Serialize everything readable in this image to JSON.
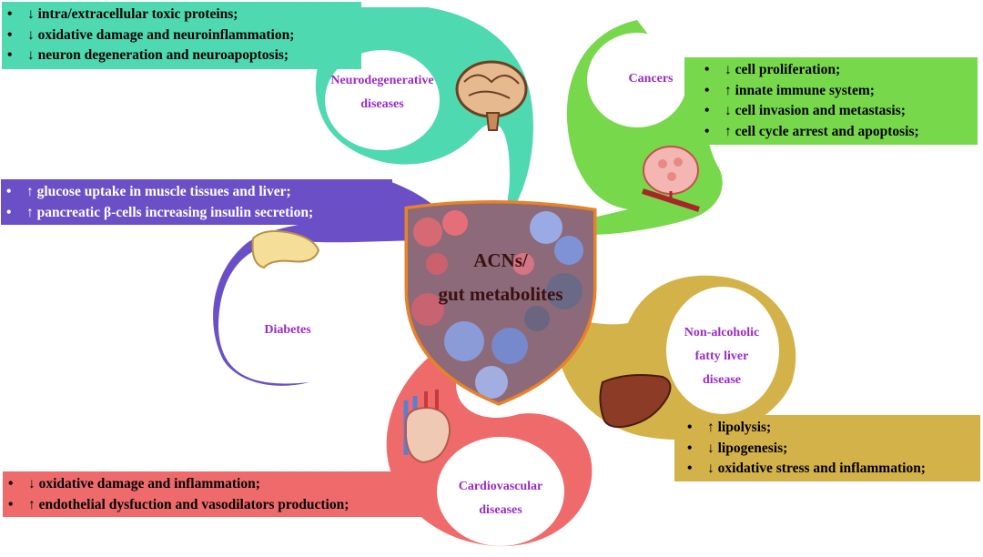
{
  "center": {
    "line1": "ACNs/",
    "line2": "gut metabolites"
  },
  "neuro": {
    "label_line1": "Neurodegenerative",
    "label_line2": "diseases",
    "items": [
      {
        "bullet": "•",
        "text": "↓ intra/extracellular toxic proteins;"
      },
      {
        "bullet": "•",
        "text": "↓ oxidative damage and neuroinflammation;"
      },
      {
        "bullet": "•",
        "text": "↓ neuron degeneration and neuroapoptosis;"
      }
    ]
  },
  "cancer": {
    "label": "Cancers",
    "items": [
      {
        "bullet": "•",
        "text": "↓ cell proliferation;"
      },
      {
        "bullet": "•",
        "text": "↑ innate immune system;"
      },
      {
        "bullet": "•",
        "text": "↓ cell invasion and metastasis;"
      },
      {
        "bullet": "•",
        "text": "↑ cell cycle arrest and apoptosis;"
      }
    ]
  },
  "diabetes": {
    "label": "Diabetes",
    "items": [
      {
        "bullet": "•",
        "text": "↑ glucose uptake in muscle tissues and liver;"
      },
      {
        "bullet": "•",
        "text": "↑ pancreatic β-cells increasing insulin secretion;"
      }
    ]
  },
  "nafld": {
    "label_line1": "Non-alcoholic",
    "label_line2": "fatty liver",
    "label_line3": "disease",
    "items": [
      {
        "bullet": "•",
        "text": "↑ lipolysis;"
      },
      {
        "bullet": "•",
        "text": "↓ lipogenesis;"
      },
      {
        "bullet": "•",
        "text": "↓ oxidative stress and inflammation;"
      }
    ]
  },
  "cardio": {
    "label_line1": "Cardiovascular",
    "label_line2": "diseases",
    "items": [
      {
        "bullet": "•",
        "text": "↓ oxidative damage and inflammation;"
      },
      {
        "bullet": "•",
        "text": "↑ endothelial dysfuction and vasodilators production;"
      }
    ]
  },
  "colors": {
    "neuro": "#4fd9b0",
    "cancer": "#78d84c",
    "diabetes": "#6a4fc6",
    "nafld": "#d4b24a",
    "cardio": "#ef6b6b",
    "shield_border": "#e8822a",
    "label_text": "#9b2bc8"
  },
  "icons": [
    "brain-icon",
    "tumor-icon",
    "pancreas-icon",
    "liver-icon",
    "heart-icon"
  ]
}
